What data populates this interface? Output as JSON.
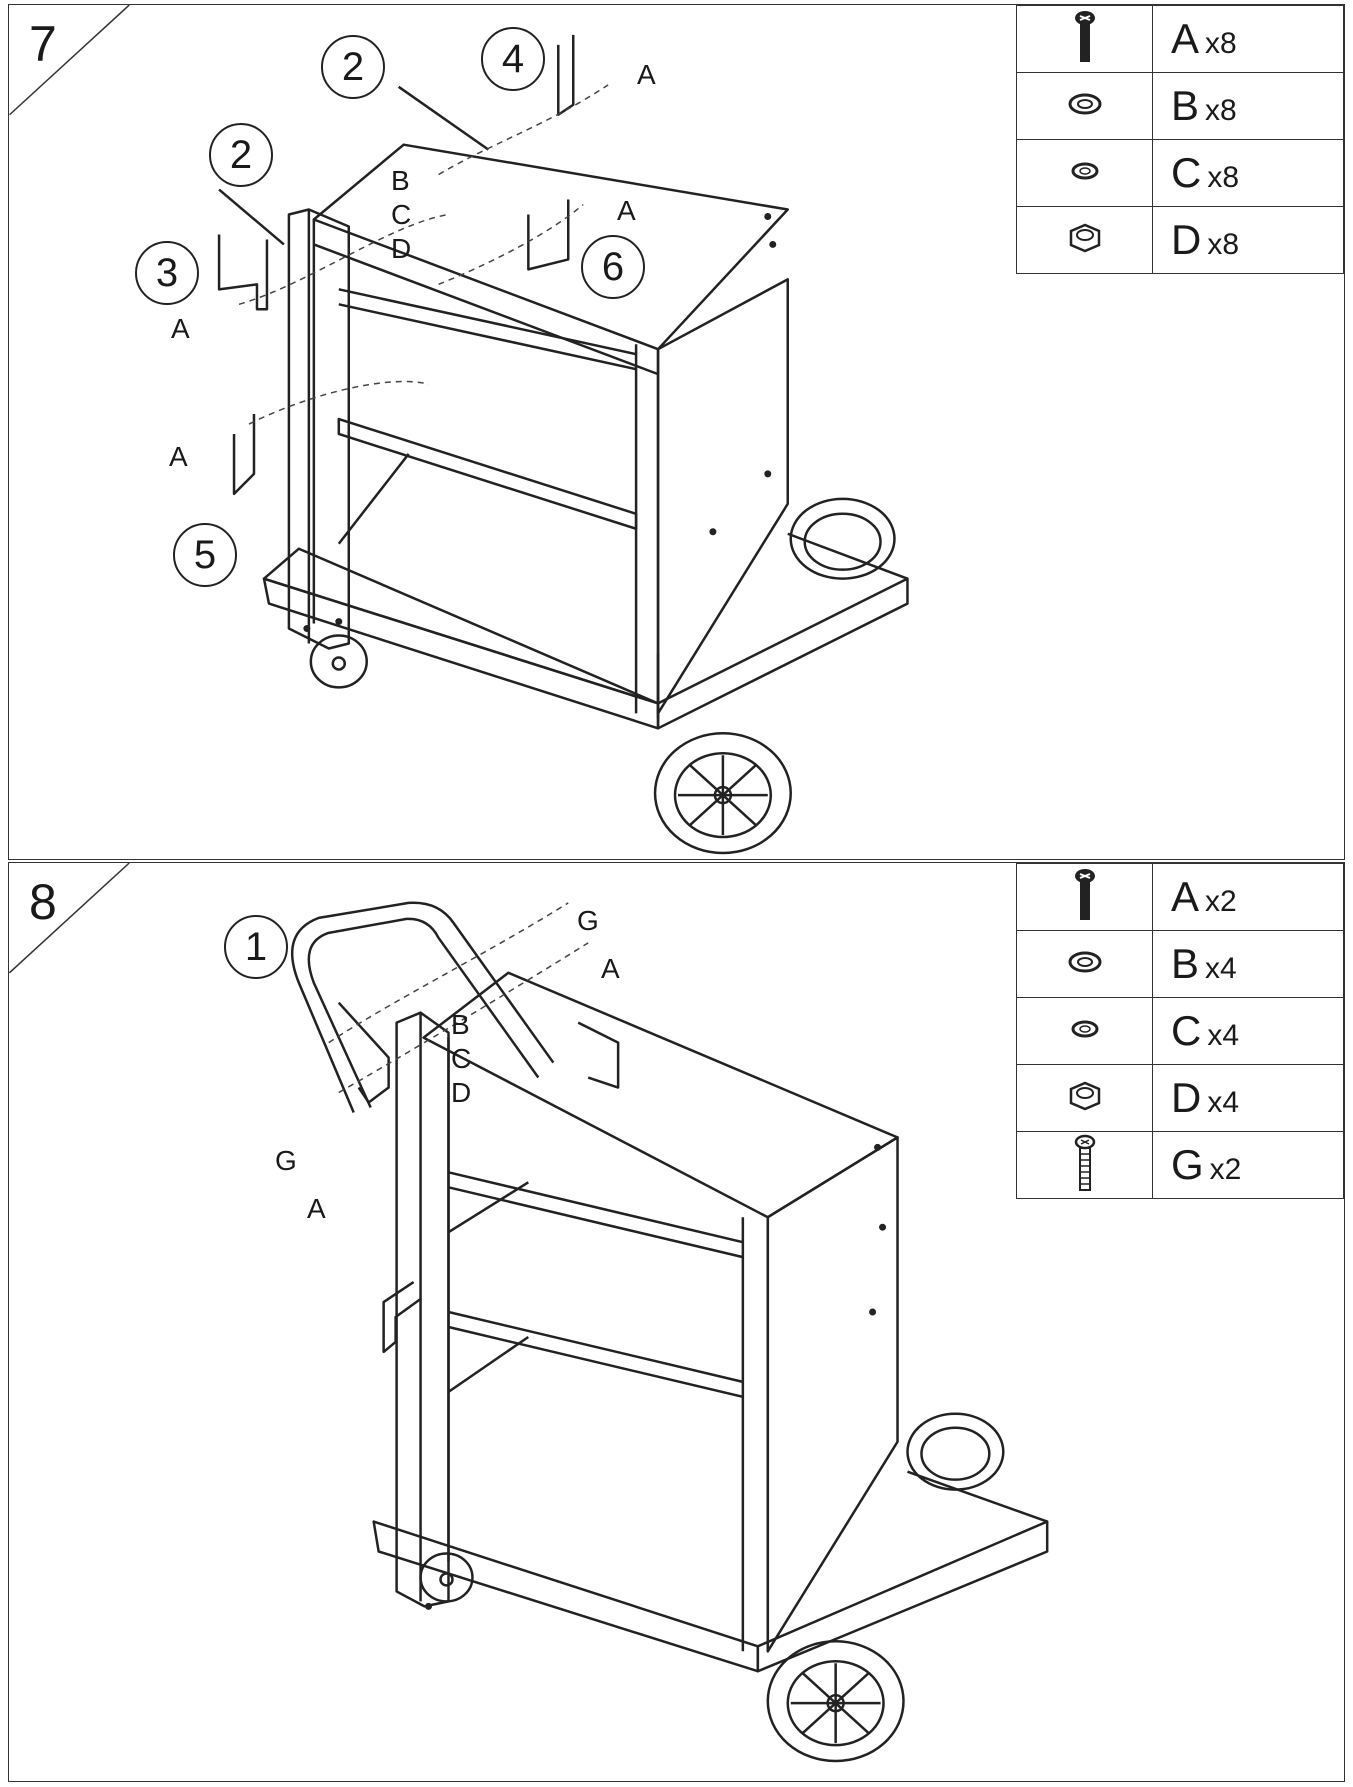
{
  "steps": [
    {
      "number": "7",
      "parts": [
        {
          "icon": "screw-icon",
          "letter": "A",
          "count": "x8"
        },
        {
          "icon": "washer-icon",
          "letter": "B",
          "count": "x8"
        },
        {
          "icon": "lock-washer-icon",
          "letter": "C",
          "count": "x8"
        },
        {
          "icon": "nut-icon",
          "letter": "D",
          "count": "x8"
        }
      ],
      "callouts": [
        "2",
        "2",
        "4",
        "3",
        "6",
        "5"
      ],
      "labels": {
        "a1": "A",
        "a2": "A",
        "a3": "A",
        "a4": "A",
        "b": "B",
        "c": "C",
        "d": "D"
      }
    },
    {
      "number": "8",
      "parts": [
        {
          "icon": "screw-icon",
          "letter": "A",
          "count": "x2"
        },
        {
          "icon": "washer-icon",
          "letter": "B",
          "count": "x4"
        },
        {
          "icon": "lock-washer-icon",
          "letter": "C",
          "count": "x4"
        },
        {
          "icon": "nut-icon",
          "letter": "D",
          "count": "x4"
        },
        {
          "icon": "long-bolt-icon",
          "letter": "G",
          "count": "x2"
        }
      ],
      "callouts": [
        "1"
      ],
      "labels": {
        "g1": "G",
        "a1": "A",
        "b": "B",
        "c": "C",
        "d": "D",
        "g2": "G",
        "a2": "A"
      }
    }
  ]
}
